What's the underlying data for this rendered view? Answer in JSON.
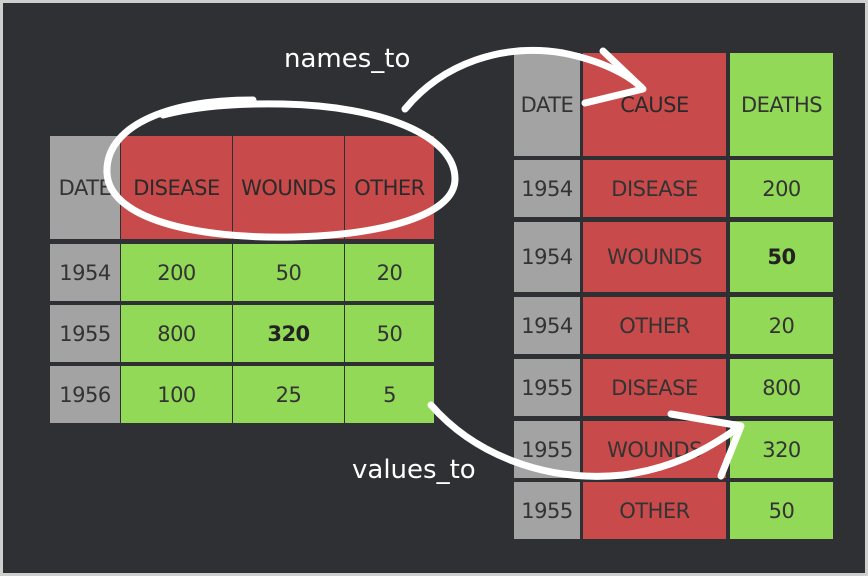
{
  "wide_table": {
    "headers": [
      "DATE",
      "DISEASE",
      "WOUNDS",
      "OTHER"
    ],
    "rows": [
      [
        "1954",
        "200",
        "50",
        "20"
      ],
      [
        "1955",
        "800",
        "320",
        "50"
      ],
      [
        "1956",
        "100",
        "25",
        "5"
      ]
    ]
  },
  "long_table": {
    "headers": [
      "DATE",
      "CAUSE",
      "DEATHS"
    ],
    "rows": [
      [
        "1954",
        "DISEASE",
        "200"
      ],
      [
        "1954",
        "WOUNDS",
        "50"
      ],
      [
        "1954",
        "OTHER",
        "20"
      ],
      [
        "1955",
        "DISEASE",
        "800"
      ],
      [
        "1955",
        "WOUNDS",
        "320"
      ],
      [
        "1955",
        "OTHER",
        "50"
      ]
    ]
  },
  "labels": {
    "names_to": "names_to",
    "values_to": "values_to"
  },
  "colors": {
    "background": "#2f3033",
    "date_column": "#a3a3a3",
    "names_column": "#c94a4a",
    "values_column": "#92d957",
    "annotation": "#ffffff"
  }
}
